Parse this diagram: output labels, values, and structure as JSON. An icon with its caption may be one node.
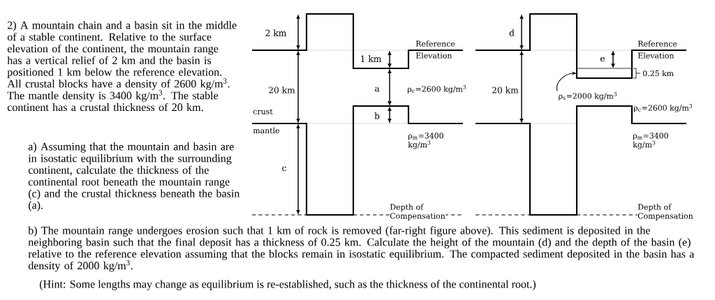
{
  "diagram": {
    "nodes": [
      {
        "text": [
          "ρ$_{s}$=2000 kg/m$^{3}$"
        ]
      },
      {
        "text": [],
        "shape": "box"
      }
    ],
    "edges": [
      {
        "from": 0,
        "to": 1,
        "arrow": "to"
      }
    ],
    "labels": [
      "2) A mountain chain and a basin sit in the middle of a stable continent.  Relative to the surface elevation of the continent, the mountain range has a vertical relief of 2 km and the basin is positioned 1 km below the reference elevation.  All crustal blocks have a density of 2600 kg/m$^{3}$.  The mantle density is 3400 kg/m$^{3}$.  The stable continent has a crustal thickness of 20 km.",
      "a) Assuming that the mountain and basin are in isostatic equilibrium with the surrounding continent, calculate the thickness of the continental root beneath the mountain range (c) and the crustal thickness beneath the basin (a).",
      "b) The mountain range undergoes erosion such that 1 km of rock is removed (far-right figure above).  This sediment is deposited in the neighboring basin such that the final deposit has a thickness of 0.25 km.  Calculate the height of the mountain (d) and the depth of the basin (e) relative to the reference elevation assuming that the blocks remain in isostatic equilibrium.  The compacted sediment deposited in the basin has a density of 2000 kg/m$^{3}$.",
      "(Hint: Some lengths may change as equilibrium is re-established, such as the thickness of the continental root.)",
      "2 km",
      "Reference Elevation",
      "1 km",
      "20 km",
      "a",
      "ρ$_{c}$=2600 kg/m$^{3}$",
      "crust",
      "b",
      "mantle",
      "ρ$_{m}$=3400 kg/m$^{3}$",
      "c",
      "Depth of Compensation",
      "d",
      "Reference Elevation",
      "e",
      "0.25 km",
      "20 km",
      "ρ$_{c}$=2600 kg/m$^{3}$",
      "ρ$_{m}$=3400 kg/m$^{3}$",
      "Depth of Compensation"
    ]
  }
}
